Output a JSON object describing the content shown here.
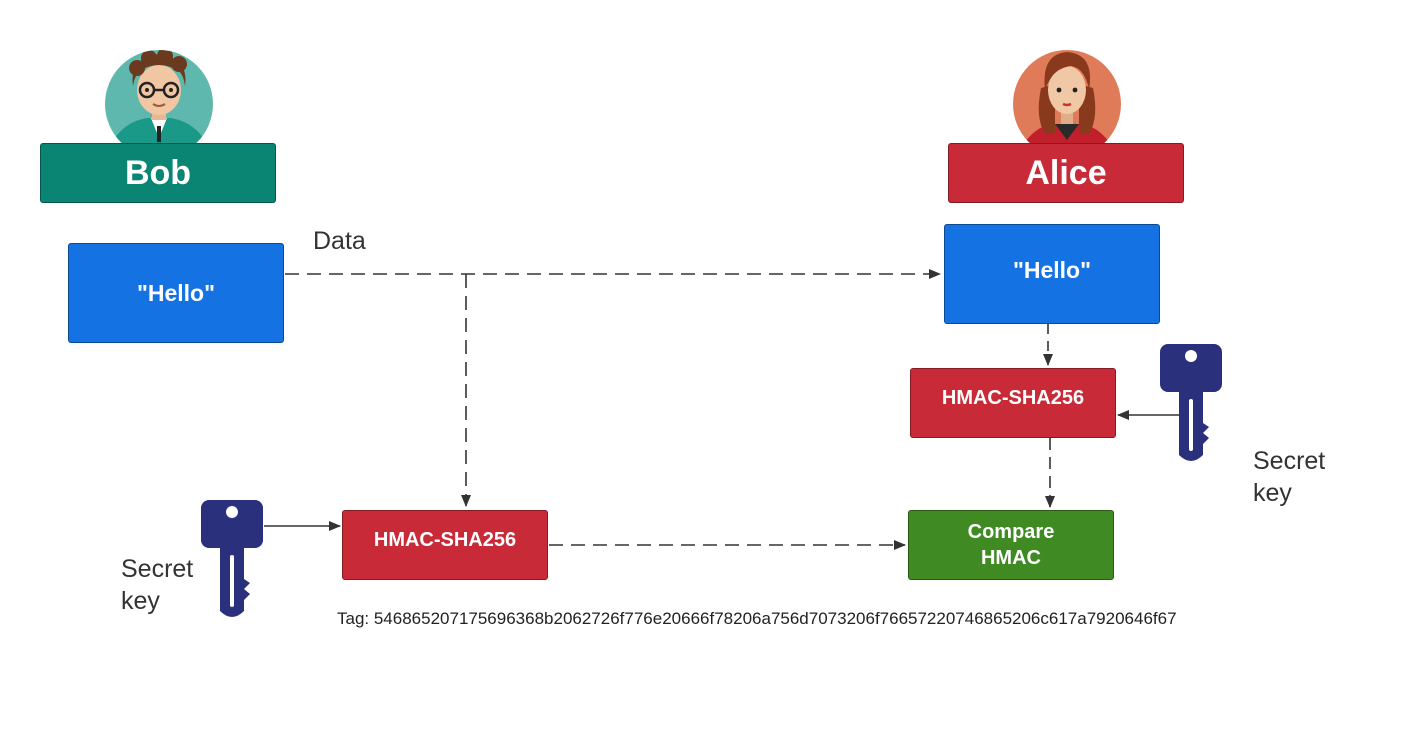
{
  "colors": {
    "bob_green": "#0a8574",
    "alice_red": "#c92a37",
    "message_blue": "#1472e3",
    "hmac_red": "#c92a37",
    "compare_green": "#3f8a23",
    "key_navy": "#2b307d",
    "arrow": "#333333"
  },
  "icons": {
    "bob_avatar": "man-with-glasses-avatar-icon",
    "alice_avatar": "woman-avatar-icon",
    "key": "key-icon"
  },
  "bob": {
    "name": "Bob",
    "message": "\"Hello\"",
    "hmac_label": "HMAC-SHA256",
    "key_label": "Secret\nkey"
  },
  "alice": {
    "name": "Alice",
    "message": "\"Hello\"",
    "hmac_label": "HMAC-SHA256",
    "compare_label": "Compare\nHMAC",
    "key_label": "Secret\nkey"
  },
  "data_label": "Data",
  "tag_text": "Tag: 546865207175696368b2062726f776e20666f78206a756d7073206f76657220746865206c617a7920646f67"
}
